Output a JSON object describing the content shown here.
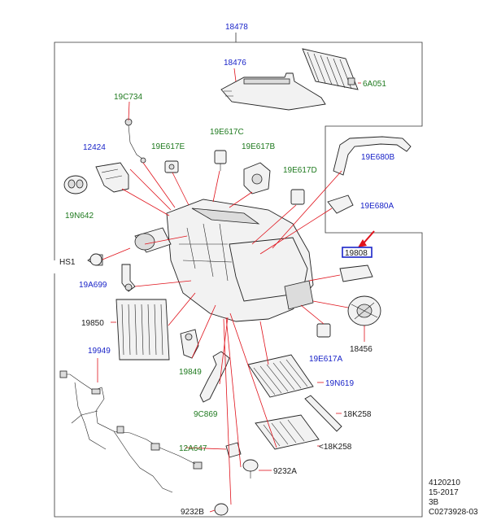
{
  "callouts": {
    "c18478": "18478",
    "c18476": "18476",
    "c6A051": "6A051",
    "c19C734": "19C734",
    "c19E617C": "19E617C",
    "c12424": "12424",
    "c19E617E": "19E617E",
    "c19E617B": "19E617B",
    "c19E680B": "19E680B",
    "c19E617D": "19E617D",
    "c19N642": "19N642",
    "c19E680A": "19E680A",
    "cHS1": "HS1",
    "c19808": "19808",
    "c19A699": "19A699",
    "c19850": "19850",
    "c18456": "18456",
    "c19E617A": "19E617A",
    "c19949": "19949",
    "c19849": "19849",
    "c19N619": "19N619",
    "c9C869": "9C869",
    "c18K258_a": "18K258",
    "c12A647": "12A647",
    "c18K258_b": "<18K258",
    "c9232A": "9232A",
    "c9232B": "9232B"
  },
  "footer": {
    "line1": "4120210",
    "line2": "15-2017",
    "line3": "3B",
    "line4": "C0273928-03"
  },
  "colors": {
    "blue_label": "#1a24c8",
    "green_label": "#1f7a1f",
    "leader": "#e0121b",
    "highlight_box": "#1a24c8",
    "arrow": "#e0121b"
  }
}
